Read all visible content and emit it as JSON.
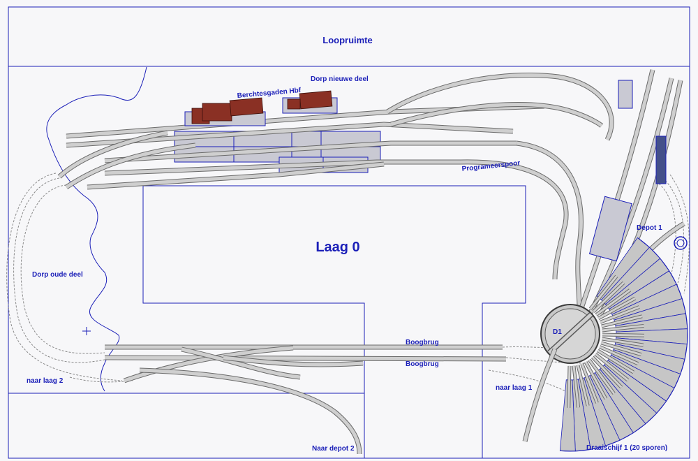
{
  "labels": {
    "loopruimte": "Loopruimte",
    "laag0": "Laag 0",
    "berchtesgaden": "Berchtesgaden Hbf",
    "dorp_nieuw": "Dorp nieuwe deel",
    "programeerspoor": "Programeerspoor",
    "depot1": "Depot 1",
    "dorp_oud": "Dorp oude deel",
    "boogbrug_top": "Boogbrug",
    "boogbrug_bottom": "Boogbrug",
    "naar_laag2": "naar laag 2",
    "naar_laag1": "naar laag 1",
    "naar_depot2": "Naar depot 2",
    "d1": "D1",
    "draaischijf": "Draaischijf 1 (20 sporen)"
  },
  "turntable": {
    "tracks": 20
  },
  "colors": {
    "wall": "#1b1fb8",
    "label": "#1b1fb8",
    "track_rail": "#6b6b6b",
    "track_bed": "#cfcfcf",
    "building": "#8a3024",
    "background": "#f7f7f9"
  }
}
